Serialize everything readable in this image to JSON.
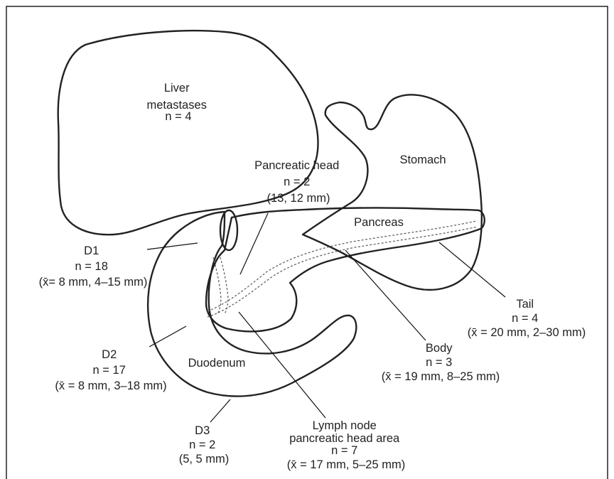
{
  "labels": {
    "liver": [
      "Liver",
      "metastases",
      "n = 4"
    ],
    "stomach": [
      "Stomach"
    ],
    "pancreas": [
      "Pancreas"
    ],
    "duodenum": [
      "Duodenum"
    ],
    "pancreatic_head": [
      "Pancreatic head",
      "n = 2",
      "(13, 12 mm)"
    ],
    "d1": [
      "D1",
      "n = 18",
      "(x̄= 8 mm, 4–15 mm)"
    ],
    "d2": [
      "D2",
      "n = 17",
      "(x̄ = 8 mm, 3–18 mm)"
    ],
    "d3": [
      "D3",
      "n = 2",
      "(5, 5 mm)"
    ],
    "tail": [
      "Tail",
      "n = 4",
      "(x̄ = 20 mm, 2–30 mm)"
    ],
    "body": [
      "Body",
      "n = 3",
      "(x̄ = 19 mm, 8–25 mm)"
    ],
    "lymph_node": [
      "Lymph node",
      "pancreatic head area",
      "n = 7",
      "(x̄ = 17 mm, 5–25 mm)"
    ]
  }
}
